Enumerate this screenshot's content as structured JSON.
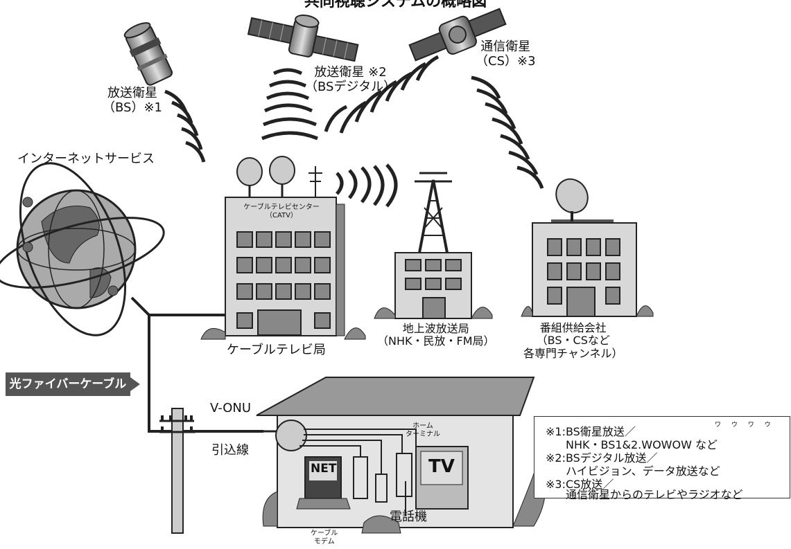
{
  "title": "共同視聴システムの概略図",
  "labels": {
    "bs": "放送衛星\n（BS）※1",
    "bs_digital": "放送衛星 ※2\n（BSデジタル）",
    "cs": "通信衛星\n（CS）※3",
    "internet": "インターネットサービス",
    "catv_sign": "ケーブルテレビセンター\n（CATV）",
    "cable_station": "ケーブルテレビ局",
    "terrestrial": "地上波放送局\n（NHK・民放・FM局）",
    "supplier": "番組供給会社\n（BS・CSなど\n各専門チャンネル）",
    "fiber": "光ファイバーケーブル",
    "vonu": "V-ONU",
    "drop": "引込線",
    "home_terminal": "ホーム\nターミナル",
    "tv": "TV",
    "net": "NET",
    "phone": "電話機",
    "modem": "ケーブル\nモデム"
  },
  "notes": [
    "※1:BS衛星放送／",
    "NHK・BS1&2.WOWOW など",
    "※2:BSデジタル放送／",
    "ハイビジョン、データ放送など",
    "※3:CS放送／",
    "通信衛星からのテレビやラジオなど"
  ],
  "notes_ruby": "ワ ウ ワ ウ"
}
